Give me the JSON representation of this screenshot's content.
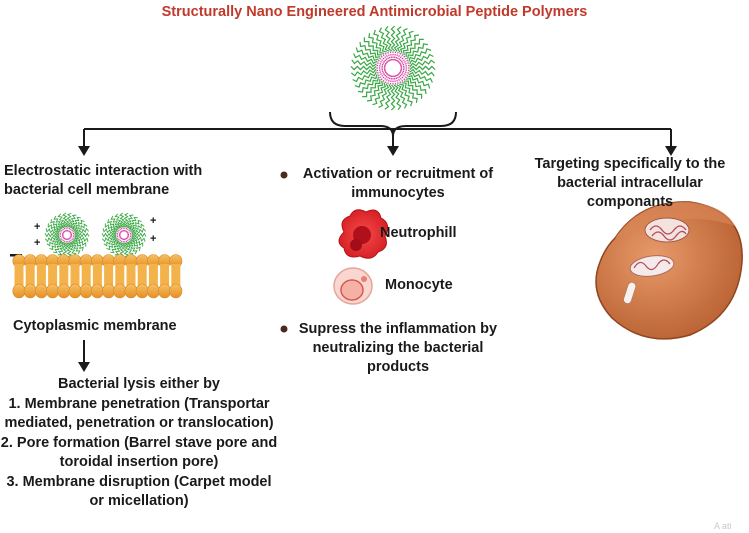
{
  "title": "Structurally Nano Engineered Antimicrobial Peptide Polymers",
  "left": {
    "heading_line1": "Electrostatic interaction with",
    "heading_line2": "bacterial cell membrane",
    "membrane_label": "Cytoplasmic membrane",
    "lysis_lines": [
      "Bacterial lysis either by",
      "1. Membrane penetration (Transportar",
      "mediated, penetration or translocation)",
      "2. Pore formation (Barrel stave pore and",
      "toroidal insertion pore)",
      "3. Membrane disruption (Carpet model",
      "or micellation)"
    ]
  },
  "middle": {
    "bullet1_line1": "Activation or recruitment of",
    "bullet1_line2": "immunocytes",
    "neutrophil_label": "Neutrophill",
    "monocyte_label": "Monocyte",
    "bullet2_line1": "Supress the inflammation by",
    "bullet2_line2": "neutralizing the bacterial products"
  },
  "right": {
    "heading_line1": "Targeting specifically to the",
    "heading_line2": "bacterial intracellular componants"
  },
  "colors": {
    "title": "#c0392b",
    "peptide_green": "#3aa845",
    "peptide_pink": "#d63ca0",
    "membrane": "#f2a73b",
    "cell": "#b8673a",
    "neutrophil": "#e8262b",
    "monocyte": "#f2b8b2"
  }
}
